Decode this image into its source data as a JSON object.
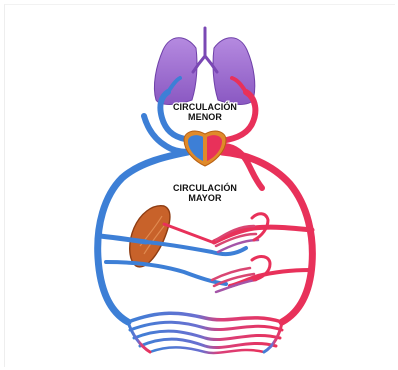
{
  "labels": {
    "minor": [
      "CIRCULACIÓN",
      "MENOR"
    ],
    "major": [
      "CIRCULACIÓN",
      "MAYOR"
    ]
  },
  "colors": {
    "venous": "#3d7fd6",
    "venous_dark": "#2c5fb8",
    "arterial": "#e8315a",
    "arterial_light": "#f0607f",
    "lung": "#9b6ad0",
    "lung_dark": "#7a48b4",
    "liver": "#c8622a",
    "heart_outline": "#e08a2a"
  }
}
